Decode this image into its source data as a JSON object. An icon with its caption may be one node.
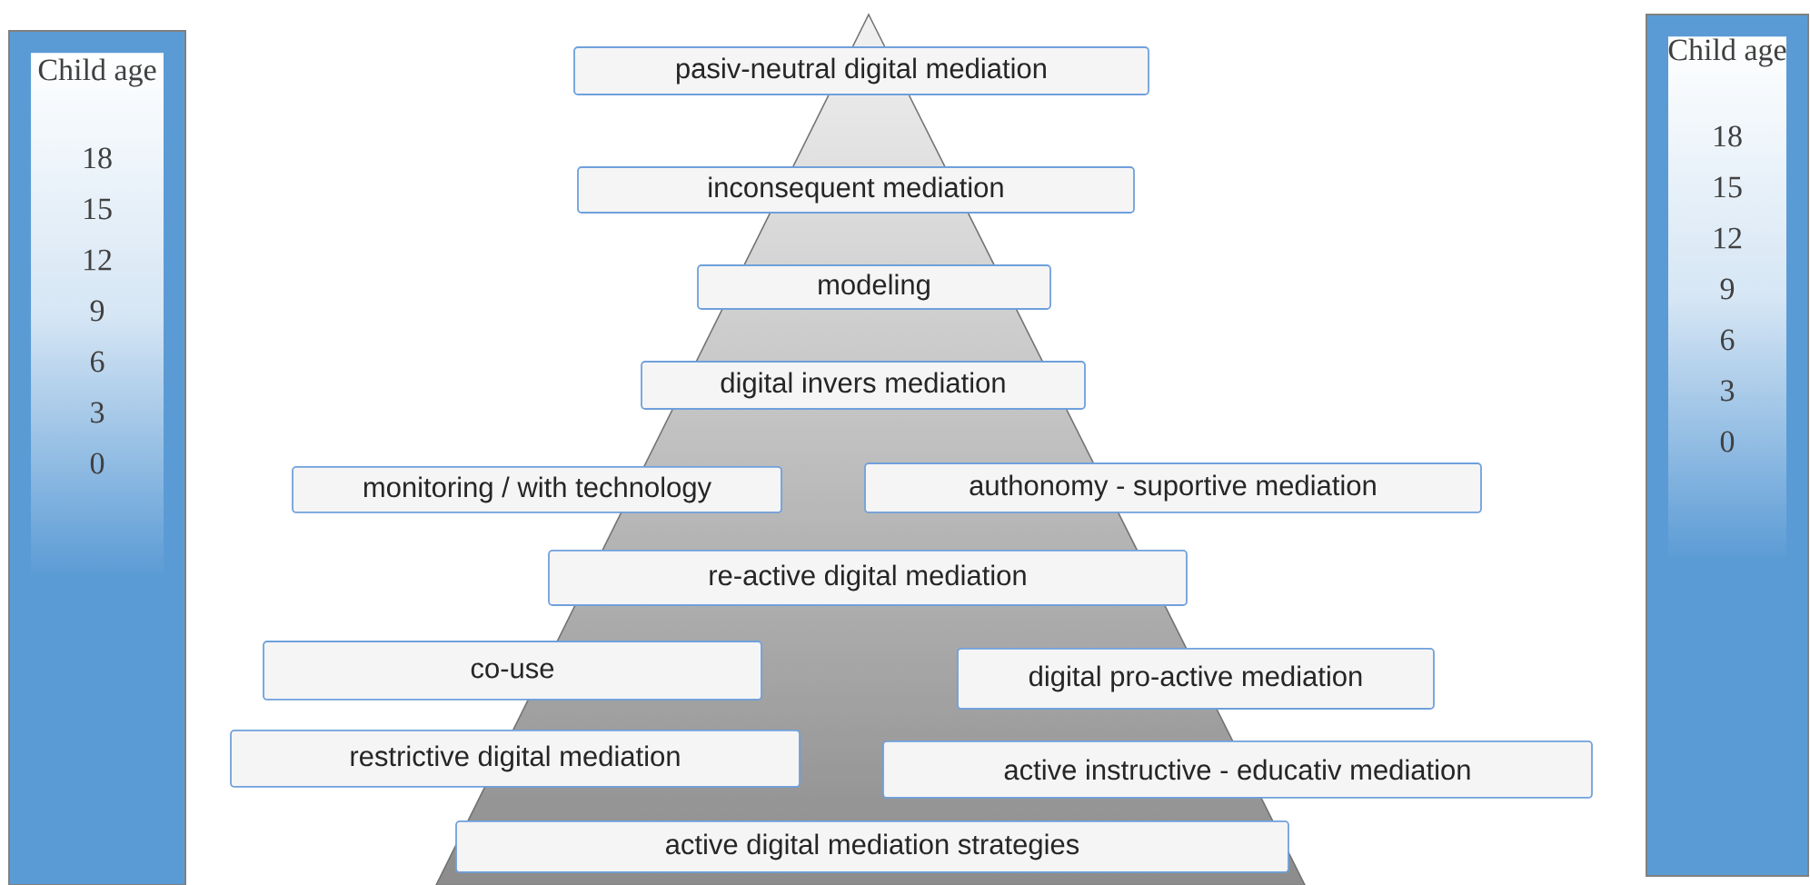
{
  "diagram": {
    "nodes": [
      {
        "text": [
          "Child age",
          "18",
          "15",
          "12",
          "9",
          "6",
          "3",
          "0"
        ]
      },
      {
        "text": [
          "pasiv-neutral digital mediation"
        ]
      },
      {
        "text": [
          "inconsequent mediation"
        ]
      },
      {
        "text": [
          "modeling"
        ]
      },
      {
        "text": [
          "digital invers mediation"
        ]
      },
      {
        "text": [
          "monitoring / with technology"
        ]
      },
      {
        "text": [
          "authonomy - suportive mediation"
        ]
      },
      {
        "text": [
          "re-active digital mediation"
        ]
      },
      {
        "text": [
          "co-use"
        ]
      },
      {
        "text": [
          "digital pro-active mediation"
        ]
      },
      {
        "text": [
          "restrictive digital mediation"
        ]
      },
      {
        "text": [
          "active instructive - educativ mediation"
        ]
      },
      {
        "text": [
          "active digital mediation strategies"
        ]
      },
      {
        "text": [
          "Child age",
          "18",
          "15",
          "12",
          "9",
          "6",
          "3",
          "0"
        ]
      }
    ]
  }
}
